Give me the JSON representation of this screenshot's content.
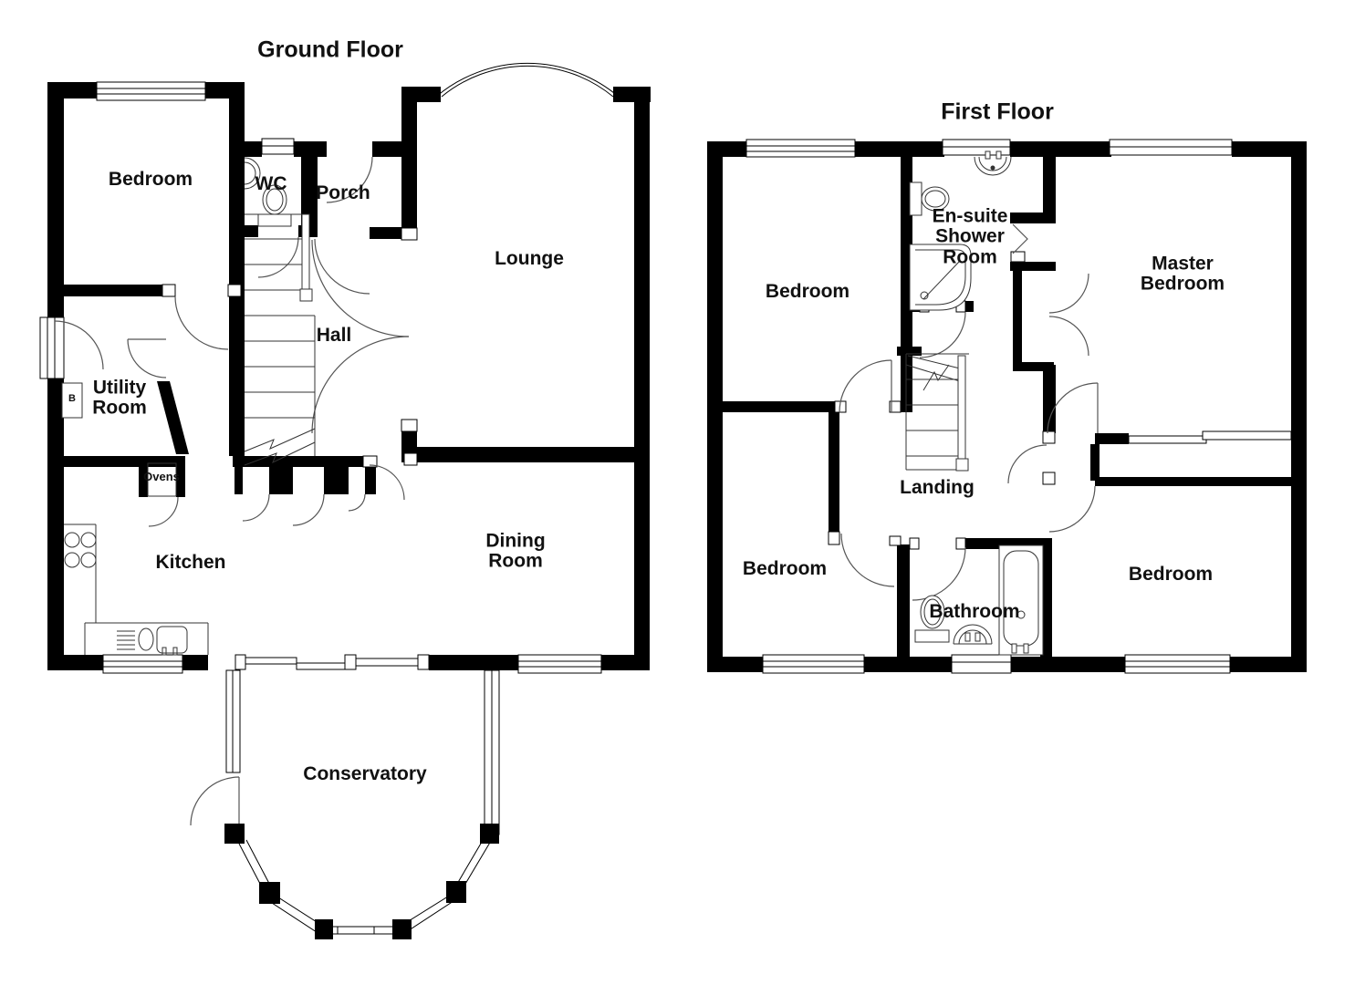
{
  "ground_floor": {
    "title": "Ground Floor",
    "rooms": {
      "bedroom": "Bedroom",
      "wc": "WC",
      "porch": "Porch",
      "lounge": "Lounge",
      "hall": "Hall",
      "utility": "Utility Room",
      "kitchen": "Kitchen",
      "dining": "Dining Room",
      "conservatory": "Conservatory"
    },
    "fixtures": {
      "boiler": "B",
      "ovens": "Ovens"
    }
  },
  "first_floor": {
    "title": "First Floor",
    "rooms": {
      "bedroom_top": "Bedroom",
      "ensuite": "En-suite Shower Room",
      "master": "Master Bedroom",
      "landing": "Landing",
      "bedroom_left": "Bedroom",
      "bathroom": "Bathroom",
      "bedroom_right": "Bedroom"
    }
  },
  "colors": {
    "walls": "#000000",
    "background": "#ffffff",
    "linework": "#555555"
  }
}
